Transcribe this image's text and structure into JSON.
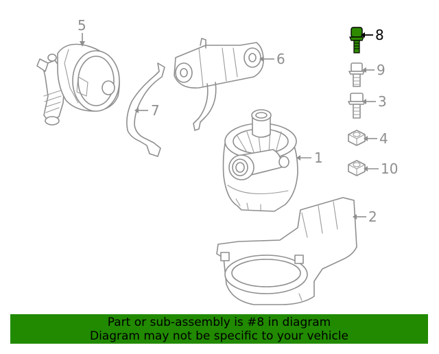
{
  "diagram": {
    "highlighted_part": "8",
    "callouts": [
      "5",
      "6",
      "7",
      "1",
      "2",
      "8",
      "9",
      "3",
      "4",
      "10"
    ],
    "highlight_color": "#2e8b00"
  },
  "banner": {
    "line1": "Part or sub-assembly is #8 in diagram",
    "line2": "Diagram may not be specific to your vehicle",
    "background": "#218a00"
  }
}
